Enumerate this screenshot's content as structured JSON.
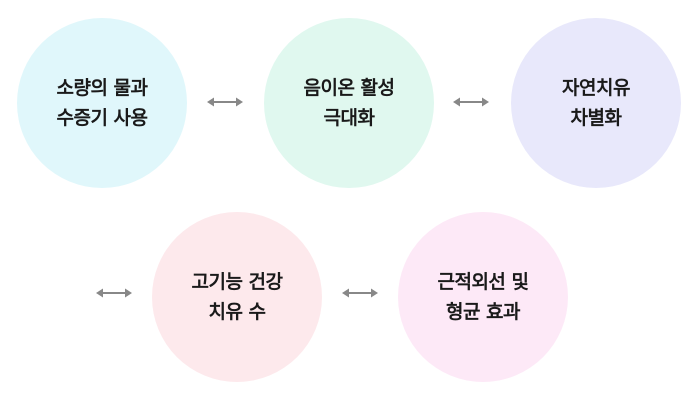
{
  "nodes": [
    {
      "lines": [
        "소량의 물과",
        "수증기 사용"
      ],
      "color": "#e0f7fb"
    },
    {
      "lines": [
        "음이온 활성",
        "극대화"
      ],
      "color": "#e0f8ef"
    },
    {
      "lines": [
        "자연치유",
        "차별화"
      ],
      "color": "#e8e8fb"
    },
    {
      "lines": [
        "고기능 건강",
        "치유 수"
      ],
      "color": "#fde9ec"
    },
    {
      "lines": [
        "근적외선 및",
        "형균 효과"
      ],
      "color": "#fde9f7"
    }
  ],
  "connectors": [
    {
      "icon": "double-arrow-icon",
      "color": "#888888"
    },
    {
      "icon": "double-arrow-icon",
      "color": "#888888"
    },
    {
      "icon": "double-arrow-icon",
      "color": "#888888"
    },
    {
      "icon": "double-arrow-icon",
      "color": "#888888"
    }
  ]
}
